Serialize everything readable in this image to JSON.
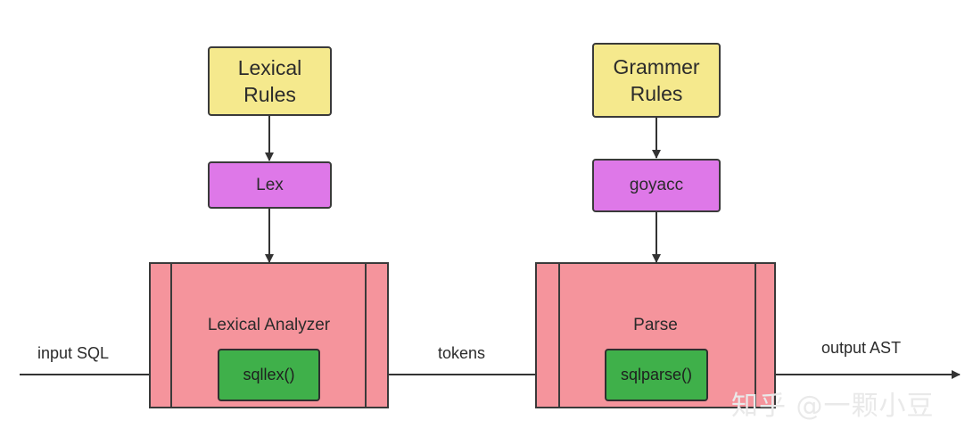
{
  "lexer": {
    "rules_label": "Lexical\nRules",
    "tool_label": "Lex",
    "module_label": "Lexical Analyzer",
    "func_label": "sqllex()"
  },
  "parser": {
    "rules_label": "Grammer\nRules",
    "tool_label": "goyacc",
    "module_label": "Parse",
    "func_label": "sqlparse()"
  },
  "edges": {
    "input_label": "input SQL",
    "middle_label": "tokens",
    "output_label": "output AST"
  },
  "watermark": "知乎 @一颗小豆",
  "colors": {
    "rules_fill": "#f5e98d",
    "tool_fill": "#de78e8",
    "module_fill": "#f5949c",
    "func_fill": "#3fb04a",
    "stroke": "#3a3a3a"
  }
}
